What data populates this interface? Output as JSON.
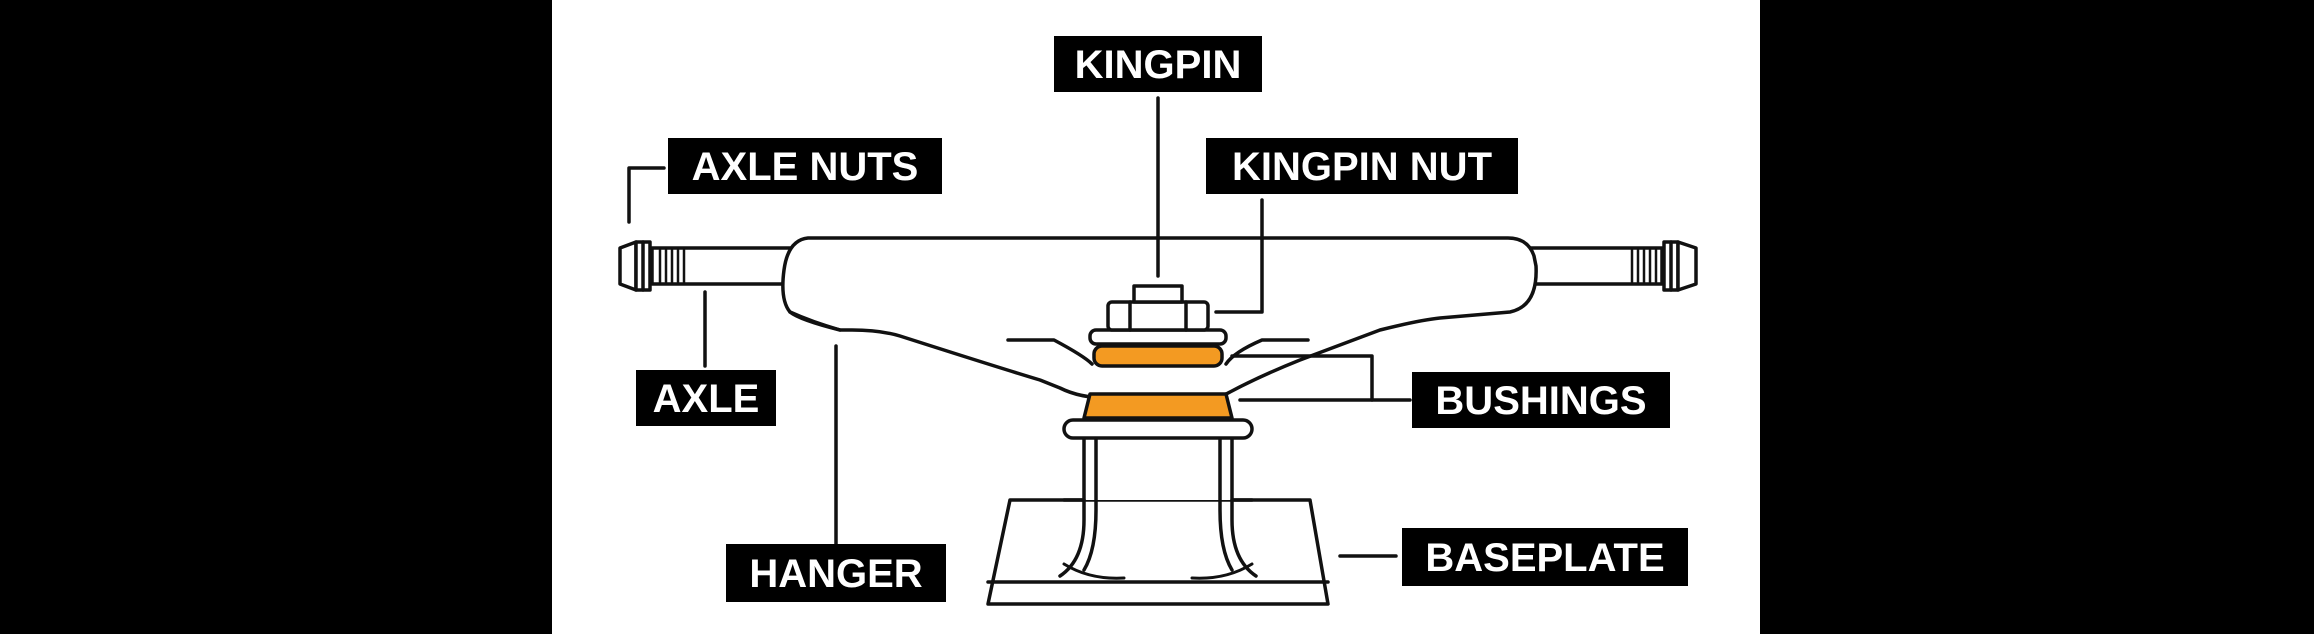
{
  "labels": {
    "kingpin": "KINGPIN",
    "axle_nuts": "AXLE NUTS",
    "kingpin_nut": "KINGPIN NUT",
    "axle": "AXLE",
    "bushings": "BUSHINGS",
    "hanger": "HANGER",
    "baseplate": "BASEPLATE"
  },
  "colors": {
    "outer_background": "#000000",
    "panel_background": "#ffffff",
    "outline": "#111111",
    "bushing": "#f39a22",
    "label_background": "#000000",
    "label_text": "#ffffff"
  }
}
